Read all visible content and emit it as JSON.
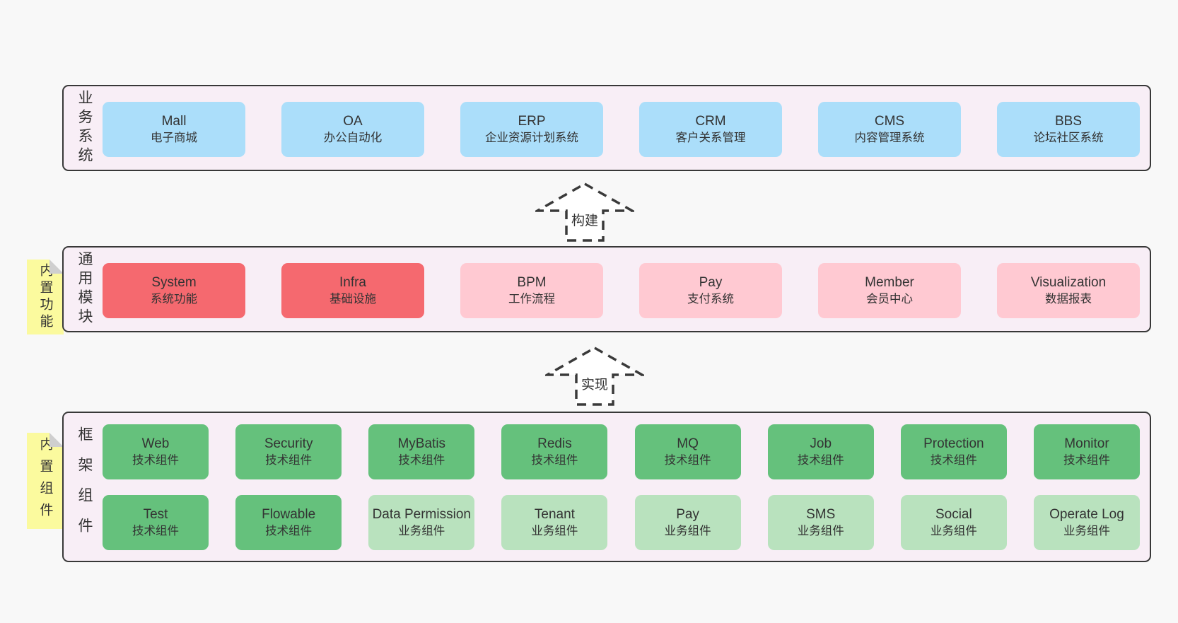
{
  "colors": {
    "page_bg": "#f8f8f8",
    "panel_bg": "#f8eef6",
    "panel_border": "#383838",
    "blue_box": "#abdefa",
    "red_box": "#f5696f",
    "pink_box": "#ffc9d2",
    "green_box": "#65c17c",
    "light_green_box": "#b9e2be",
    "note_bg": "#fbfa9e",
    "text": "#333333"
  },
  "arrows": {
    "build": "构建",
    "implement": "实现"
  },
  "notes": {
    "modules": "内置功能",
    "components": "内置组件"
  },
  "sections": {
    "business": {
      "label": "业务系统",
      "boxes": [
        {
          "title": "Mall",
          "subtitle": "电子商城"
        },
        {
          "title": "OA",
          "subtitle": "办公自动化"
        },
        {
          "title": "ERP",
          "subtitle": "企业资源计划系统"
        },
        {
          "title": "CRM",
          "subtitle": "客户关系管理"
        },
        {
          "title": "CMS",
          "subtitle": "内容管理系统"
        },
        {
          "title": "BBS",
          "subtitle": "论坛社区系统"
        }
      ]
    },
    "modules": {
      "label": "通用模块",
      "boxes": [
        {
          "title": "System",
          "subtitle": "系统功能",
          "variant": "red"
        },
        {
          "title": "Infra",
          "subtitle": "基础设施",
          "variant": "red"
        },
        {
          "title": "BPM",
          "subtitle": "工作流程",
          "variant": "pink"
        },
        {
          "title": "Pay",
          "subtitle": "支付系统",
          "variant": "pink"
        },
        {
          "title": "Member",
          "subtitle": "会员中心",
          "variant": "pink"
        },
        {
          "title": "Visualization",
          "subtitle": "数据报表",
          "variant": "pink"
        }
      ]
    },
    "components": {
      "label": "框架组件",
      "row1": [
        {
          "title": "Web",
          "subtitle": "技术组件",
          "variant": "green"
        },
        {
          "title": "Security",
          "subtitle": "技术组件",
          "variant": "green"
        },
        {
          "title": "MyBatis",
          "subtitle": "技术组件",
          "variant": "green"
        },
        {
          "title": "Redis",
          "subtitle": "技术组件",
          "variant": "green"
        },
        {
          "title": "MQ",
          "subtitle": "技术组件",
          "variant": "green"
        },
        {
          "title": "Job",
          "subtitle": "技术组件",
          "variant": "green"
        },
        {
          "title": "Protection",
          "subtitle": "技术组件",
          "variant": "green"
        },
        {
          "title": "Monitor",
          "subtitle": "技术组件",
          "variant": "green"
        }
      ],
      "row2": [
        {
          "title": "Test",
          "subtitle": "技术组件",
          "variant": "green"
        },
        {
          "title": "Flowable",
          "subtitle": "技术组件",
          "variant": "green"
        },
        {
          "title": "Data Permission",
          "subtitle": "业务组件",
          "variant": "light"
        },
        {
          "title": "Tenant",
          "subtitle": "业务组件",
          "variant": "light"
        },
        {
          "title": "Pay",
          "subtitle": "业务组件",
          "variant": "light"
        },
        {
          "title": "SMS",
          "subtitle": "业务组件",
          "variant": "light"
        },
        {
          "title": "Social",
          "subtitle": "业务组件",
          "variant": "light"
        },
        {
          "title": "Operate Log",
          "subtitle": "业务组件",
          "variant": "light"
        }
      ]
    }
  }
}
